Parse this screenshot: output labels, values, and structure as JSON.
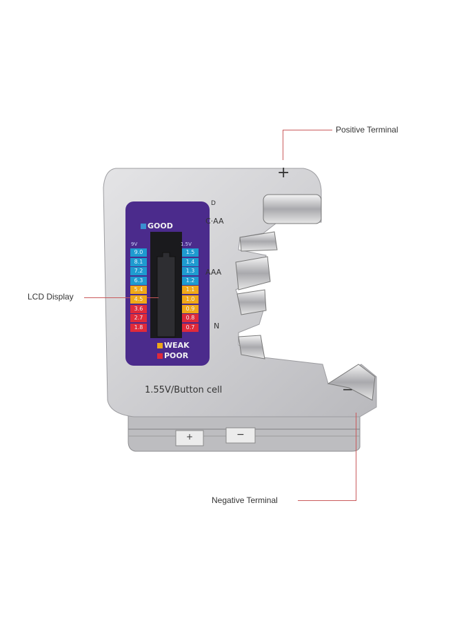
{
  "callouts": {
    "positive": "Positive Terminal",
    "lcd": "LCD Display",
    "negative": "Negative Terminal"
  },
  "device": {
    "plus_sign": "+",
    "minus_sign": "−",
    "legend": {
      "good": "GOOD",
      "weak": "WEAK",
      "poor": "POOR"
    },
    "left_header": "9V",
    "right_header": "1.5V",
    "left_values": [
      "9.0",
      "8.1",
      "7.2",
      "6.3",
      "5.4",
      "4.5",
      "3.6",
      "2.7",
      "1.8"
    ],
    "left_levels": [
      "good",
      "good",
      "good",
      "good",
      "weak",
      "weak",
      "poor",
      "poor",
      "poor"
    ],
    "right_values": [
      "1.5",
      "1.4",
      "1.3",
      "1.2",
      "1.1",
      "1.0",
      "0.9",
      "0.8",
      "0.7"
    ],
    "right_levels": [
      "good",
      "good",
      "good",
      "good",
      "weak",
      "weak",
      "weak",
      "poor",
      "poor"
    ],
    "slot_labels": {
      "d": "D",
      "c_aa": "C·AA",
      "aaa": "AAA",
      "n": "N"
    },
    "button_cell_label": "1.55V/Button cell",
    "slider_plus": "+",
    "slider_minus": "−"
  },
  "colors": {
    "good": "#1e9bd0",
    "weak": "#f0a818",
    "poor": "#e02a3a",
    "panel": "#4a2a8a",
    "callout_line": "#c9585a"
  }
}
